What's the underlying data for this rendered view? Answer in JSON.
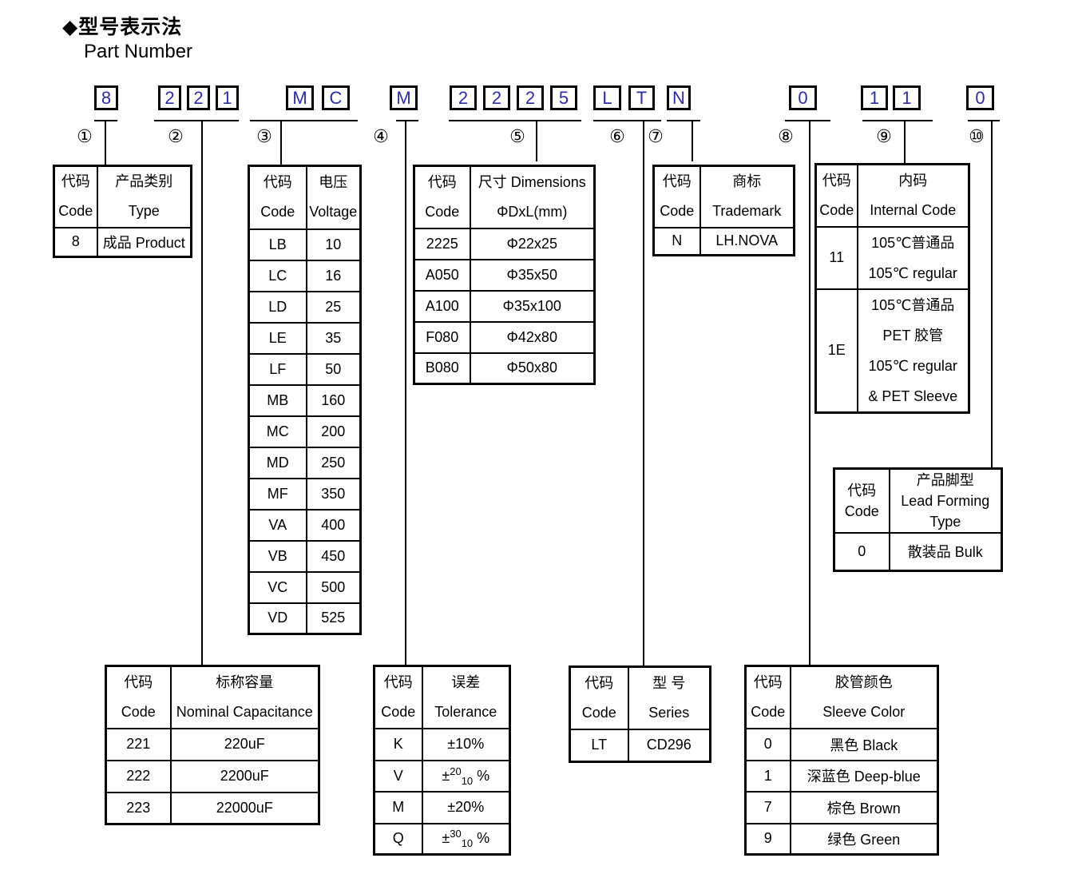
{
  "title": {
    "cn": "◆型号表示法",
    "en": "Part Number"
  },
  "colors": {
    "box_char": "#2b2bb0",
    "line": "#000000",
    "text": "#000000"
  },
  "part_number": {
    "groups": [
      {
        "marker": "①",
        "chars": [
          "8"
        ]
      },
      {
        "marker": "②",
        "chars": [
          "2",
          "2",
          "1"
        ]
      },
      {
        "marker": "③",
        "chars": [
          "M",
          "C"
        ]
      },
      {
        "marker": "④",
        "chars": [
          "M"
        ]
      },
      {
        "marker": "⑤",
        "chars": [
          "2",
          "2",
          "2",
          "5"
        ]
      },
      {
        "marker": "⑥",
        "chars": [
          "L",
          "T"
        ]
      },
      {
        "marker": "⑦",
        "chars": [
          "N"
        ]
      },
      {
        "marker": "⑧",
        "chars": [
          "0"
        ]
      },
      {
        "marker": "⑨",
        "chars": [
          "1",
          "1"
        ]
      },
      {
        "marker": "⑩",
        "chars": [
          "0"
        ]
      }
    ]
  },
  "tables": {
    "product_type": {
      "header": {
        "code_cn": "代码",
        "code_en": "Code",
        "val_cn": "产品类别",
        "val_en": "Type"
      },
      "rows": [
        {
          "code": "8",
          "value": "成品 Product"
        }
      ]
    },
    "voltage": {
      "header": {
        "code_cn": "代码",
        "code_en": "Code",
        "val_cn": "电压",
        "val_en": "Voltage"
      },
      "rows": [
        {
          "code": "LB",
          "value": "10"
        },
        {
          "code": "LC",
          "value": "16"
        },
        {
          "code": "LD",
          "value": "25"
        },
        {
          "code": "LE",
          "value": "35"
        },
        {
          "code": "LF",
          "value": "50"
        },
        {
          "code": "MB",
          "value": "160"
        },
        {
          "code": "MC",
          "value": "200"
        },
        {
          "code": "MD",
          "value": "250"
        },
        {
          "code": "MF",
          "value": "350"
        },
        {
          "code": "VA",
          "value": "400"
        },
        {
          "code": "VB",
          "value": "450"
        },
        {
          "code": "VC",
          "value": "500"
        },
        {
          "code": "VD",
          "value": "525"
        }
      ]
    },
    "dimensions": {
      "header": {
        "code_cn": "代码",
        "code_en": "Code",
        "val_cn": "尺寸 Dimensions",
        "val_en": "ΦDxL(mm)"
      },
      "rows": [
        {
          "code": "2225",
          "value": "Φ22x25"
        },
        {
          "code": "A050",
          "value": "Φ35x50"
        },
        {
          "code": "A100",
          "value": "Φ35x100"
        },
        {
          "code": "F080",
          "value": "Φ42x80"
        },
        {
          "code": "B080",
          "value": "Φ50x80"
        }
      ]
    },
    "trademark": {
      "header": {
        "code_cn": "代码",
        "code_en": "Code",
        "val_cn": "商标",
        "val_en": "Trademark"
      },
      "rows": [
        {
          "code": "N",
          "value": "LH.NOVA"
        }
      ]
    },
    "internal_code": {
      "header": {
        "code_cn": "代码",
        "code_en": "Code",
        "val_cn": "内码",
        "val_en": "Internal Code"
      },
      "rows": [
        {
          "code": "11",
          "lines": [
            "105℃普通品",
            "105℃  regular"
          ]
        },
        {
          "code": "1E",
          "lines": [
            "105℃普通品",
            "PET 胶管",
            "105℃  regular",
            "& PET Sleeve"
          ]
        }
      ]
    },
    "lead_forming": {
      "header": {
        "code_cn": "代码",
        "code_en": "Code",
        "val_lines": [
          "产品脚型",
          "Lead Forming",
          "Type"
        ]
      },
      "rows": [
        {
          "code": "0",
          "value": "散装品 Bulk"
        }
      ]
    },
    "capacitance": {
      "header": {
        "code_cn": "代码",
        "code_en": "Code",
        "val_cn": "标称容量",
        "val_en": "Nominal Capacitance"
      },
      "rows": [
        {
          "code": "221",
          "value": "220uF"
        },
        {
          "code": "222",
          "value": "2200uF"
        },
        {
          "code": "223",
          "value": "22000uF"
        }
      ]
    },
    "tolerance": {
      "header": {
        "code_cn": "代码",
        "code_en": "Code",
        "val_cn": "误差",
        "val_en": "Tolerance"
      },
      "rows": [
        {
          "code": "K",
          "pm": "±10%",
          "sup": "",
          "sub": "",
          "unit": ""
        },
        {
          "code": "V",
          "pm": "±",
          "sup": "20",
          "sub": "10",
          "unit": " %"
        },
        {
          "code": "M",
          "pm": "±20%",
          "sup": "",
          "sub": "",
          "unit": ""
        },
        {
          "code": "Q",
          "pm": "±",
          "sup": "30",
          "sub": "10",
          "unit": " %"
        }
      ]
    },
    "series": {
      "header": {
        "code_cn": "代码",
        "code_en": "Code",
        "val_cn": "型 号",
        "val_en": "Series"
      },
      "rows": [
        {
          "code": "LT",
          "value": "CD296"
        }
      ]
    },
    "sleeve_color": {
      "header": {
        "code_cn": "代码",
        "code_en": "Code",
        "val_cn": "胶管颜色",
        "val_en": "Sleeve Color"
      },
      "rows": [
        {
          "code": "0",
          "value": "黑色 Black"
        },
        {
          "code": "1",
          "value": "深蓝色 Deep-blue"
        },
        {
          "code": "7",
          "value": "棕色 Brown"
        },
        {
          "code": "9",
          "value": "绿色 Green"
        }
      ]
    }
  }
}
